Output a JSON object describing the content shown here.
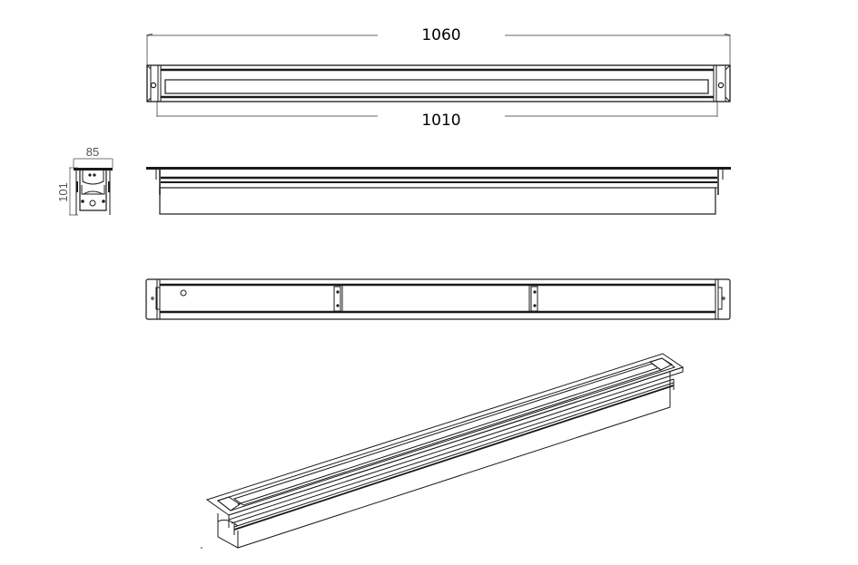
{
  "drawing": {
    "title": "Linear recessed luminaire technical drawing",
    "views": [
      "top-view",
      "side-view",
      "end-view",
      "bottom-view",
      "isometric-view"
    ]
  },
  "dimensions": {
    "overall_length": "1060",
    "inner_length": "1010",
    "end_width": "85",
    "end_height": "101"
  },
  "colors": {
    "line": "#1a1a1a",
    "dimension_line": "#666666",
    "background": "#ffffff"
  }
}
